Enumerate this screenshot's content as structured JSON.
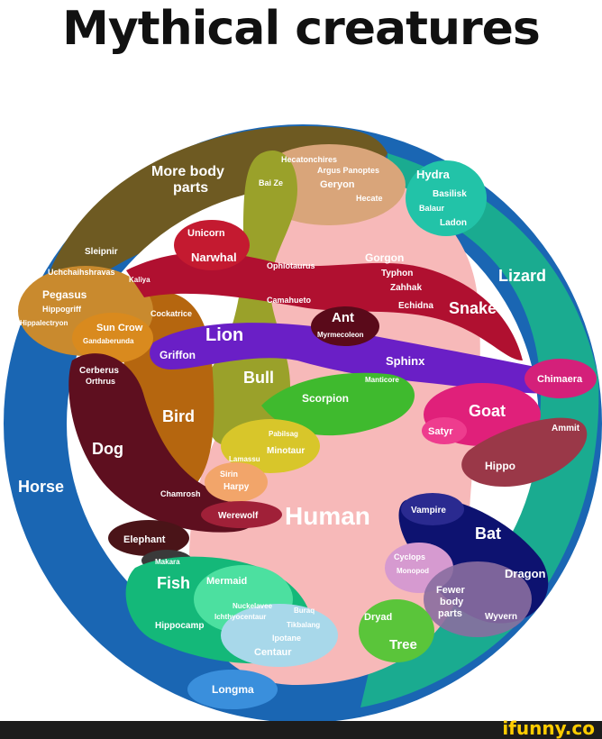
{
  "title": "Mythical creatures",
  "watermark": "ifunny.co",
  "colors": {
    "horse": "#1a66b3",
    "more_body_parts": "#6e5a22",
    "hydra_lizard": "#1aab90",
    "human": "#f7b9b9",
    "bird": "#b5660f",
    "dog": "#5e0f1f",
    "snake": "#b01030",
    "lion": "#6a1fc6",
    "bull": "#9aa12a",
    "scorpion": "#3fba2e",
    "fish": "#14b879",
    "bat": "#0d1270",
    "goat": "#e0207a",
    "hippo": "#9a3848",
    "tree": "#5ac53a"
  },
  "labels": {
    "more_body_parts": "More body parts",
    "hecatonchires": "Hecatonchires",
    "argus": "Argus Panoptes",
    "bai_ze": "Bai Ze",
    "geryon": "Geryon",
    "hecate": "Hecate",
    "hydra": "Hydra",
    "basilisk": "Basilisk",
    "balaur": "Balaur",
    "ladon": "Ladon",
    "unicorn": "Unicorn",
    "narwhal": "Narwhal",
    "ophiotaurus": "Ophiotaurus",
    "gorgon": "Gorgon",
    "typhon": "Typhon",
    "zahhak": "Zahhak",
    "echidna": "Echidna",
    "snake": "Snake",
    "lizard": "Lizard",
    "sleipnir": "Sleipnir",
    "uchchaihshravas": "Uchchaihshravas",
    "kaliya": "Kaliya",
    "pegasus": "Pegasus",
    "hippogriff": "Hippogriff",
    "hippalectryon": "Hippalectryon",
    "cockatrice": "Cockatrice",
    "camahueto": "Camahueto",
    "ant": "Ant",
    "myrmecoleon": "Myrmecoleon",
    "sun_crow": "Sun Crow",
    "gandaberunda": "Gandaberunda",
    "lion": "Lion",
    "griffon": "Griffon",
    "sphinx": "Sphinx",
    "manticore": "Manticore",
    "chimaera": "Chimaera",
    "cerberus": "Cerberus",
    "orthrus": "Orthrus",
    "bull": "Bull",
    "scorpion": "Scorpion",
    "goat": "Goat",
    "satyr": "Satyr",
    "ammit": "Ammit",
    "bird": "Bird",
    "pabilsag": "Pabilsag",
    "minotaur": "Minotaur",
    "lamassu": "Lamassu",
    "hippo": "Hippo",
    "dog": "Dog",
    "sirin": "Sirin",
    "harpy": "Harpy",
    "horse": "Horse",
    "chamrosh": "Chamrosh",
    "werewolf": "Werewolf",
    "human": "Human",
    "vampire": "Vampire",
    "bat": "Bat",
    "elephant": "Elephant",
    "makara": "Makara",
    "cyclops": "Cyclops",
    "monopod": "Monopod",
    "dragon": "Dragon",
    "fish": "Fish",
    "mermaid": "Mermaid",
    "fewer_body_parts": "Fewer body parts",
    "wyvern": "Wyvern",
    "nuckelavee": "Nuckelavee",
    "ichthyocentaur": "Ichthyocentaur",
    "buraq": "Buraq",
    "tikbalang": "Tikbalang",
    "ipotane": "Ipotane",
    "centaur": "Centaur",
    "dryad": "Dryad",
    "hippocamp": "Hippocamp",
    "tree": "Tree",
    "longma": "Longma"
  }
}
